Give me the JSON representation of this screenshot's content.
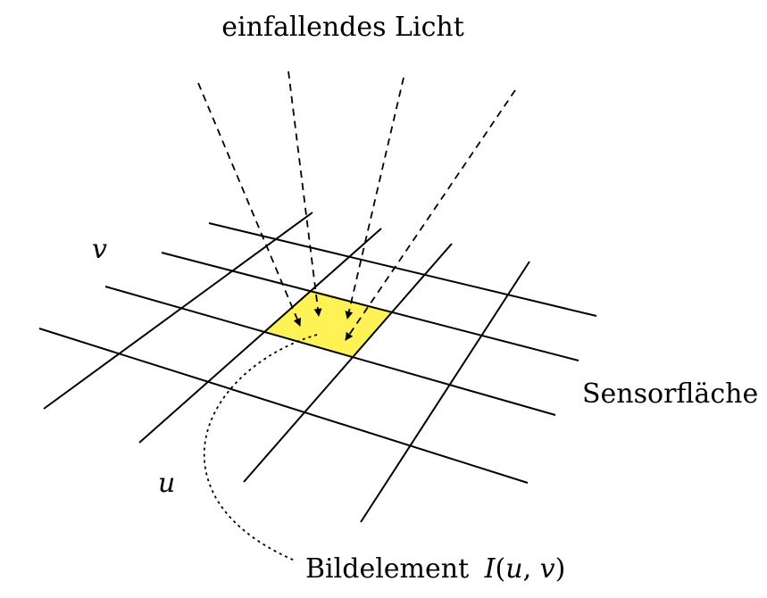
{
  "labels": {
    "incident_light": "einfallendes Licht",
    "sensor_surface": "Sensorfläche",
    "pixel_prefix": "Bildelement",
    "pixel_fn": "I",
    "pixel_open": "(",
    "pixel_u": "u",
    "pixel_sep": ", ",
    "pixel_v": "v",
    "pixel_close": ")",
    "axis_u": "u",
    "axis_v": "v"
  },
  "colors": {
    "pixel_fill": "#fef255",
    "line": "#000000"
  }
}
